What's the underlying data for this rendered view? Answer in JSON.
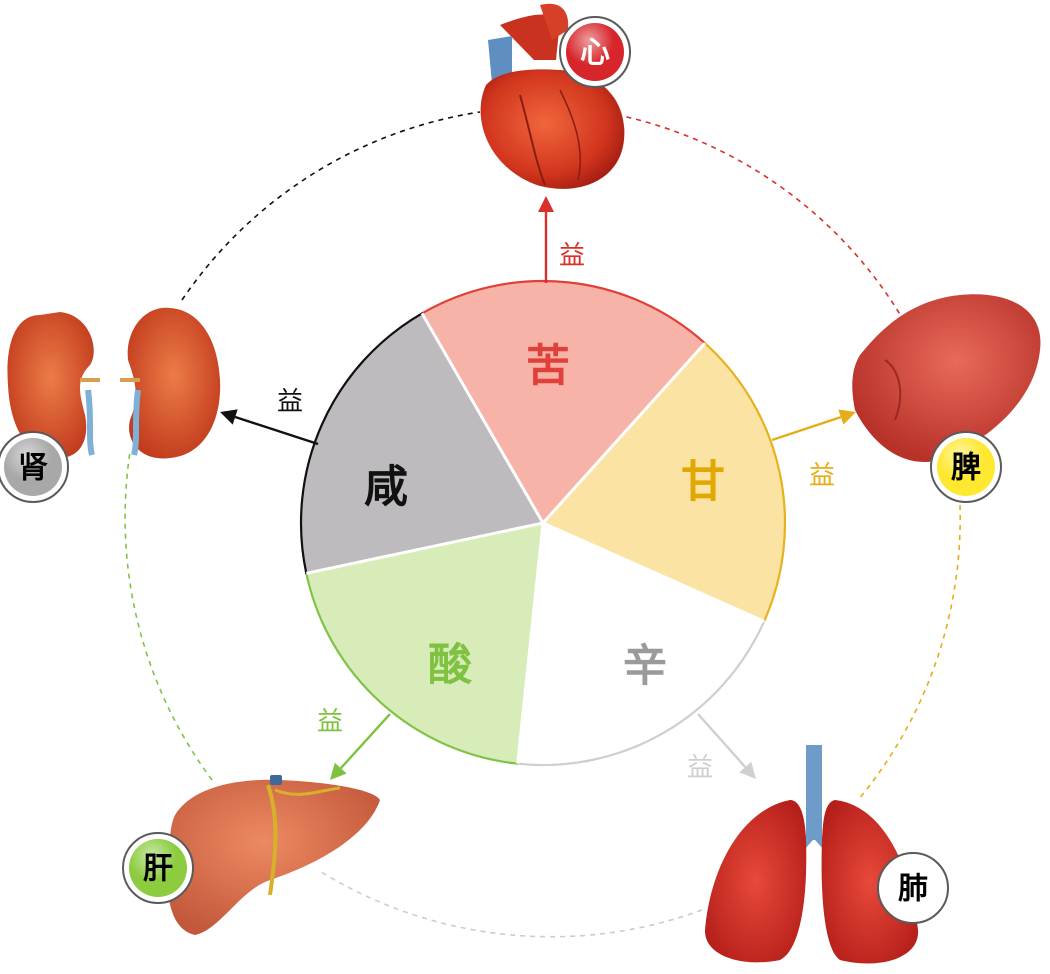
{
  "tastes": [
    {
      "label": "苦",
      "color": "#e0403a",
      "fill": "#f8b3a8",
      "stroke": "#e0403a"
    },
    {
      "label": "甘",
      "color": "#e0a800",
      "fill": "#fbe3a3",
      "stroke": "#e6b21e"
    },
    {
      "label": "辛",
      "color": "#9a9a9a",
      "fill": "#ffffff",
      "stroke": "#cfcfcf"
    },
    {
      "label": "酸",
      "color": "#7fc241",
      "fill": "#d7ecb8",
      "stroke": "#82c247"
    },
    {
      "label": "咸",
      "color": "#111111",
      "fill": "#bdbbbd",
      "stroke": "#111111"
    }
  ],
  "organs": [
    {
      "label": "心",
      "name": "heart",
      "badge_fill": "#d7262b",
      "badge_text": "#ffffff",
      "arrow_color": "#d9302c"
    },
    {
      "label": "脾",
      "name": "spleen",
      "badge_fill": "#ffe830",
      "badge_text": "#000000",
      "arrow_color": "#e6ad16"
    },
    {
      "label": "肺",
      "name": "lung",
      "badge_fill": "#ffffff",
      "badge_text": "#000000",
      "arrow_color": "#cfcfcf"
    },
    {
      "label": "肝",
      "name": "liver",
      "badge_fill": "#8ccc3e",
      "badge_text": "#000000",
      "arrow_color": "#7fc241"
    },
    {
      "label": "肾",
      "name": "kidney",
      "badge_fill": "#a8a8a8",
      "badge_text": "#000000",
      "arrow_color": "#111111"
    }
  ],
  "arrow_text": "益",
  "circle_segments": [
    {
      "from": "heart",
      "to": "spleen",
      "color": "#d9302c"
    },
    {
      "from": "spleen",
      "to": "lung",
      "color": "#e6ad16"
    },
    {
      "from": "lung",
      "to": "liver",
      "color": "#cccccc"
    },
    {
      "from": "liver",
      "to": "kidney",
      "color": "#82c247"
    },
    {
      "from": "kidney",
      "to": "heart",
      "color": "#111111"
    }
  ]
}
